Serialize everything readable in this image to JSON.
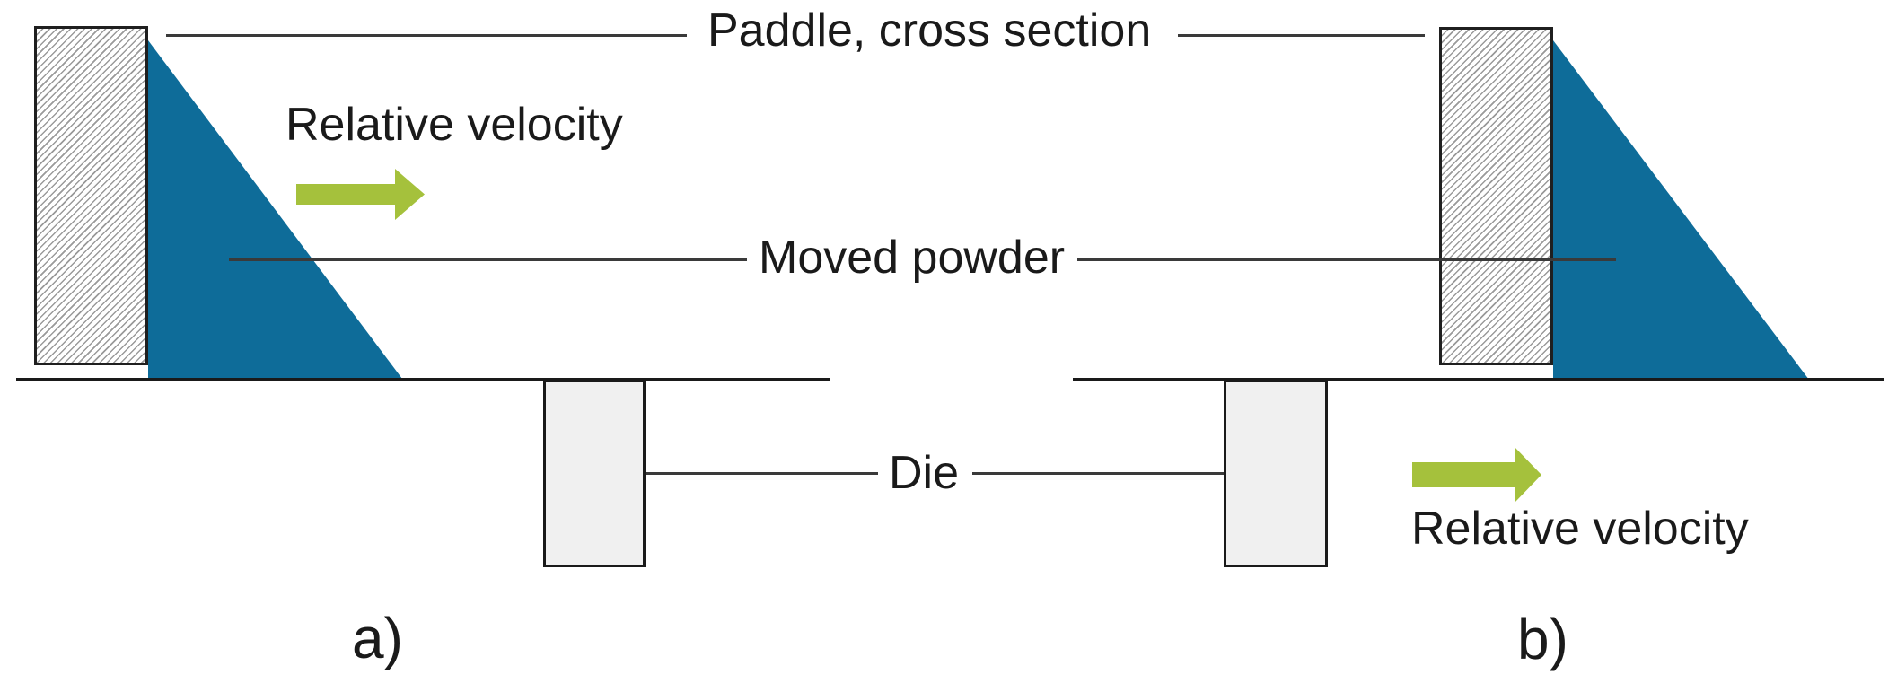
{
  "figure": {
    "annotations": {
      "paddle_label": "Paddle, cross section",
      "powder_label": "Moved powder",
      "die_label": "Die"
    },
    "panel_a": {
      "caption": "a)",
      "relative_velocity_label": "Relative velocity",
      "arrow_direction": "right"
    },
    "panel_b": {
      "caption": "b)",
      "relative_velocity_label": "Relative velocity",
      "arrow_direction": "right"
    },
    "colors": {
      "powder_blue": "#0E6C99",
      "arrow_green": "#A5C13C",
      "die_fill": "#F0F0F0",
      "ground_line": "#1A1A1A",
      "leader_line": "#3A3A3A",
      "text": "#1A1A1A"
    }
  }
}
